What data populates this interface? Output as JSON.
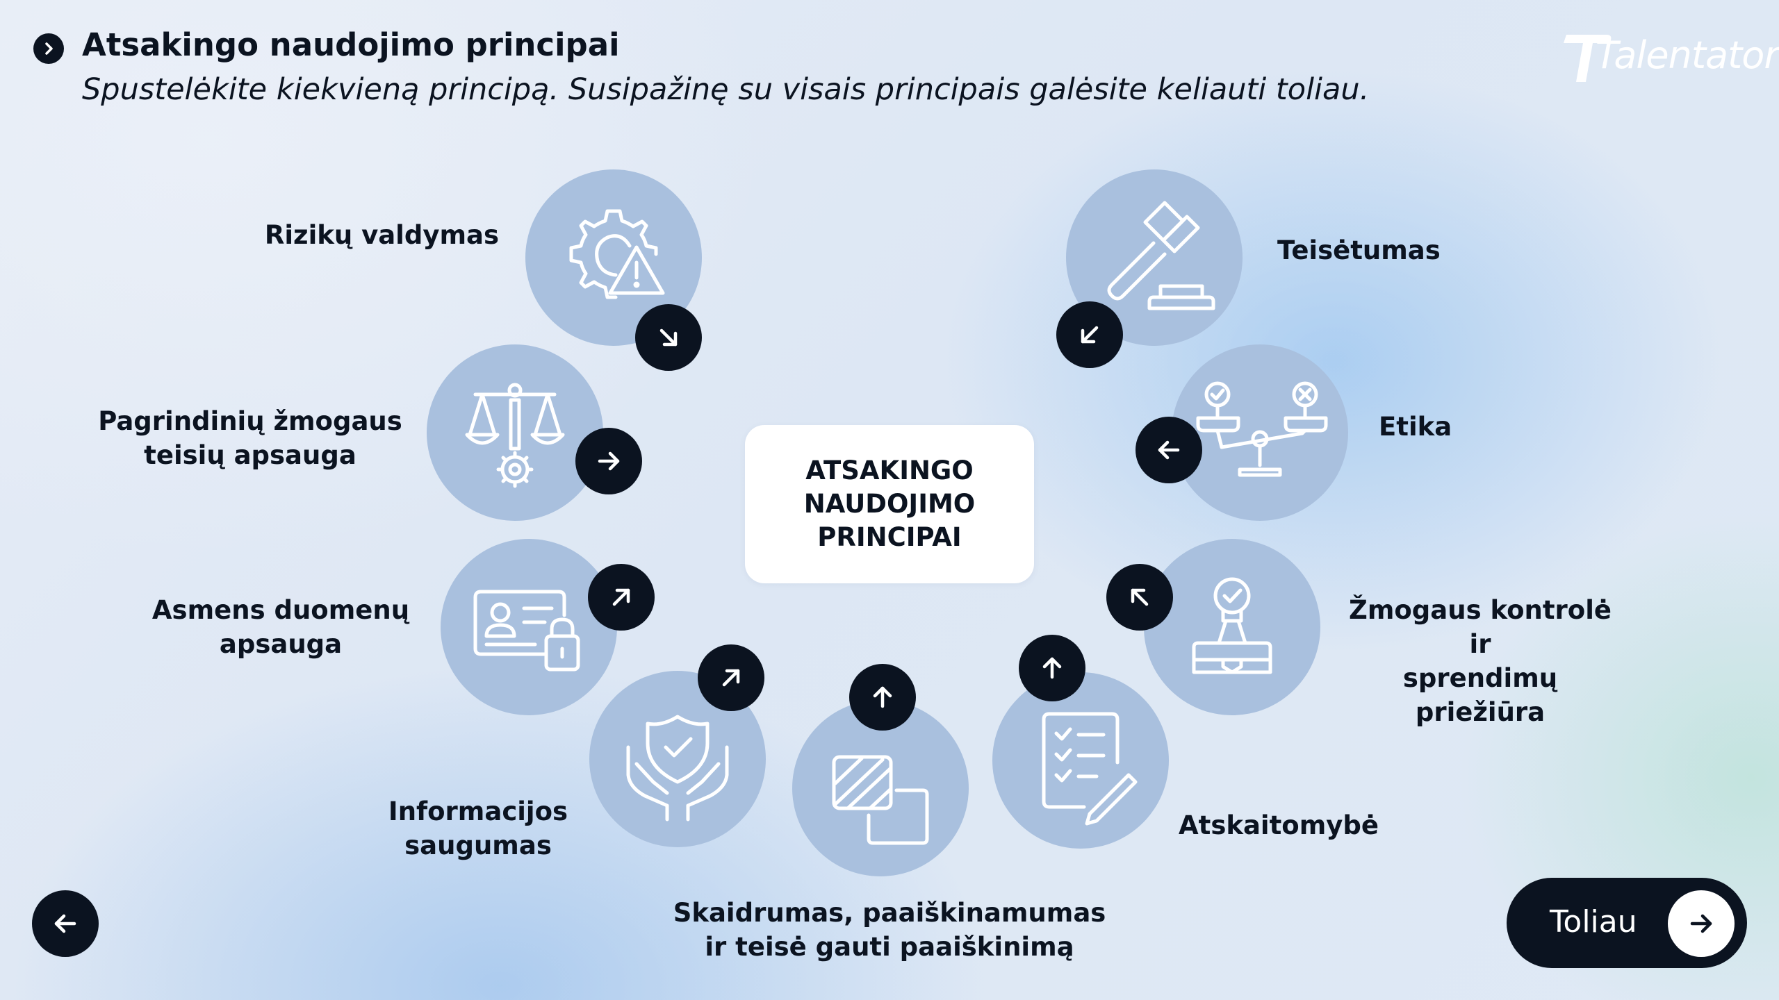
{
  "header": {
    "title": "Atsakingo naudojimo principai",
    "subtitle": "Spustelėkite kiekvieną principą. Susipažinę su visais principais galėsite keliauti toliau.",
    "title_icon": "chevron-right-icon"
  },
  "brand": {
    "logo_text": "Talentator",
    "accent": "#0b1320"
  },
  "center": {
    "label": "ATSAKINGO\nNAUDOJIMO\nPRINCIPAI"
  },
  "principles": [
    {
      "id": "riziku-valdymas",
      "label": "Rizikų valdymas",
      "icon": "gear-warning-icon",
      "arrow": "arrow-down-right-icon"
    },
    {
      "id": "zmogaus-teisiu-apsauga",
      "label": "Pagrindinių žmogaus\nteisių apsauga",
      "icon": "scales-gear-icon",
      "arrow": "arrow-right-icon"
    },
    {
      "id": "asmens-duomenu-apsauga",
      "label": "Asmens duomenų\napsauga",
      "icon": "id-card-lock-icon",
      "arrow": "arrow-up-right-icon"
    },
    {
      "id": "informacijos-saugumas",
      "label": "Informacijos\nsaugumas",
      "icon": "shield-hands-icon",
      "arrow": "arrow-up-right-icon"
    },
    {
      "id": "skaidrumas",
      "label": "Skaidrumas, paaiškinamumas\nir teisė gauti paaiškinimą",
      "icon": "transparency-squares-icon",
      "arrow": "arrow-up-icon"
    },
    {
      "id": "atskaitomybe",
      "label": "Atskaitomybė",
      "icon": "checklist-pen-icon",
      "arrow": "arrow-up-icon"
    },
    {
      "id": "zmogaus-kontrole",
      "label": "Žmogaus kontrolė ir\nsprendimų priežiūra",
      "icon": "stamp-check-icon",
      "arrow": "arrow-up-left-icon"
    },
    {
      "id": "etika",
      "label": "Etika",
      "icon": "balance-check-cross-icon",
      "arrow": "arrow-left-icon"
    },
    {
      "id": "teisetumas",
      "label": "Teisėtumas",
      "icon": "gavel-icon",
      "arrow": "arrow-down-left-icon"
    }
  ],
  "nav": {
    "back_icon": "arrow-left-icon",
    "next_label": "Toliau",
    "next_icon": "arrow-right-icon"
  }
}
